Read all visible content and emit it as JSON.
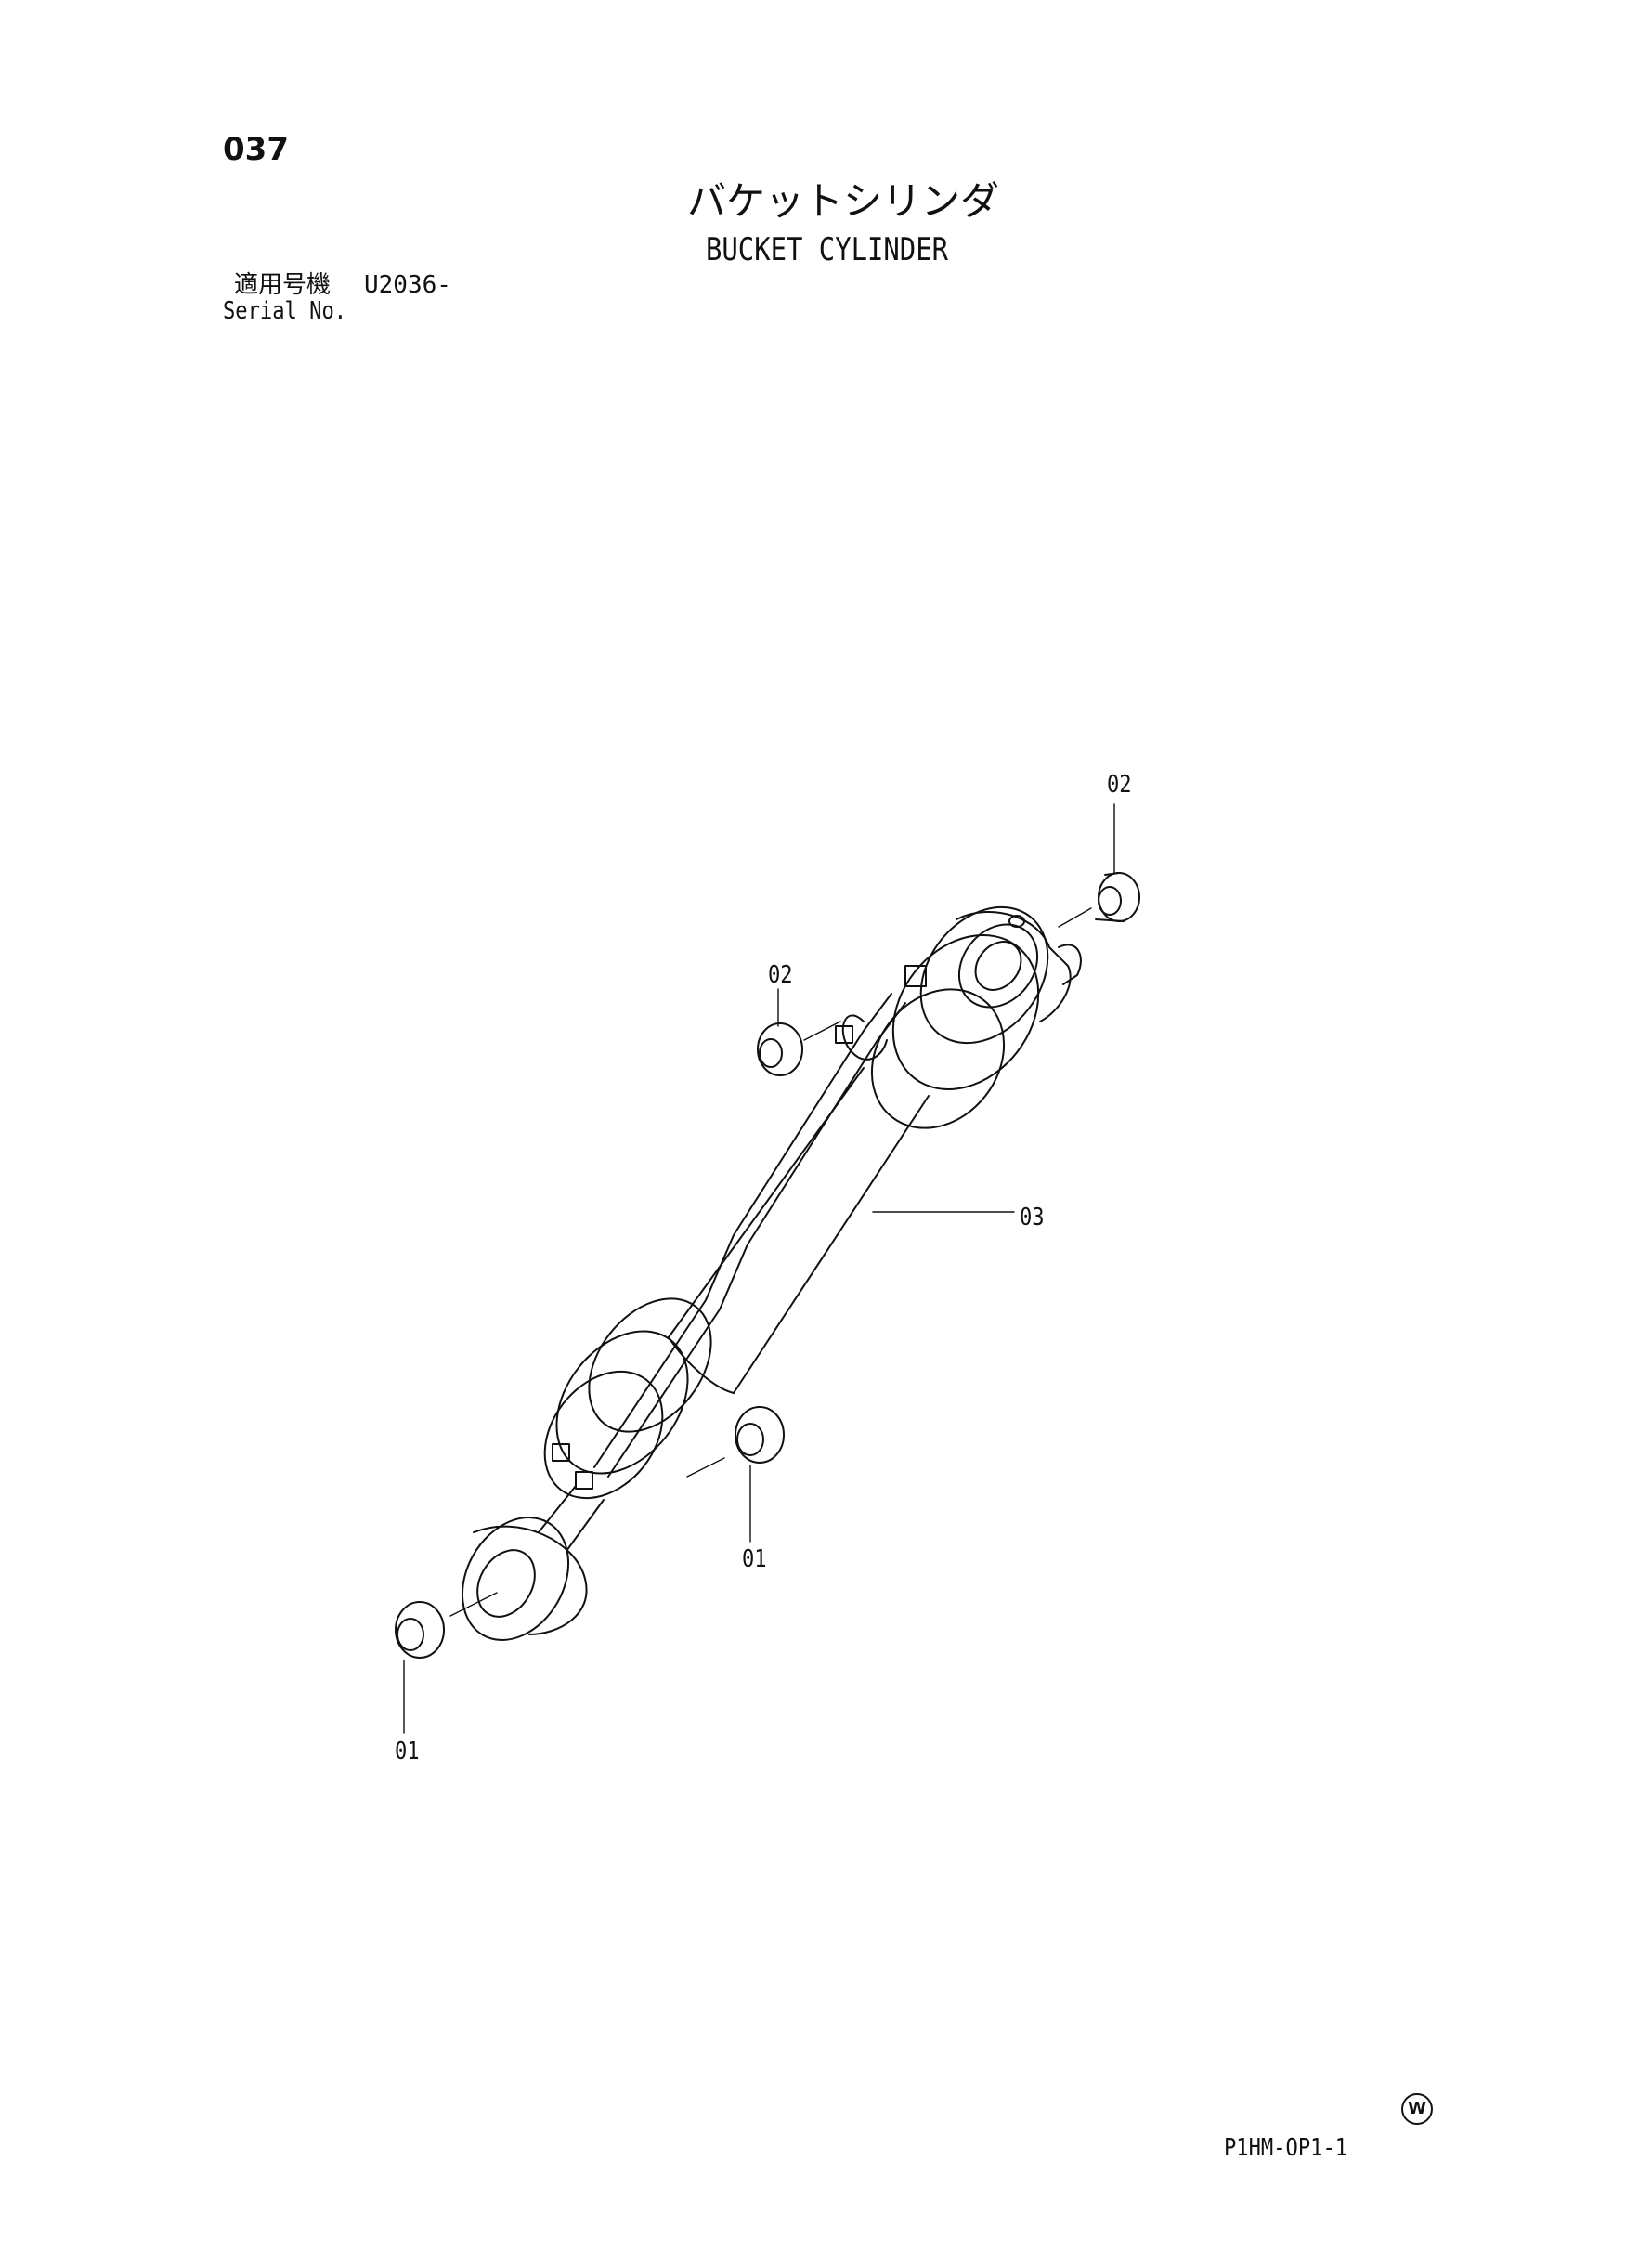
{
  "page_number": "037",
  "title_ja": "バケットシリンダ",
  "title_en": "BUCKET CYLINDER",
  "serial": {
    "label_ja": "適用号機",
    "value": "U2036-",
    "label_en": "Serial No."
  },
  "callouts": {
    "bushing_upper_right": "02",
    "bushing_upper_left": "02",
    "cylinder": "03",
    "bushing_lower_right": "01",
    "bushing_lower_left": "01"
  },
  "watermark": "W",
  "drawing_code": "P1HM-OP1-1"
}
